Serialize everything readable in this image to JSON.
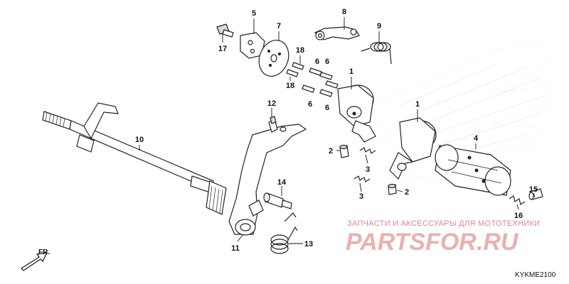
{
  "callouts": [
    {
      "id": "1",
      "label": "1"
    },
    {
      "id": "1b",
      "label": "1"
    },
    {
      "id": "2",
      "label": "2"
    },
    {
      "id": "2b",
      "label": "2"
    },
    {
      "id": "3",
      "label": "3"
    },
    {
      "id": "3b",
      "label": "3"
    },
    {
      "id": "4",
      "label": "4"
    },
    {
      "id": "5",
      "label": "5"
    },
    {
      "id": "6a",
      "label": "6"
    },
    {
      "id": "6b",
      "label": "6"
    },
    {
      "id": "6c",
      "label": "6"
    },
    {
      "id": "6d",
      "label": "6"
    },
    {
      "id": "7",
      "label": "7"
    },
    {
      "id": "8",
      "label": "8"
    },
    {
      "id": "9",
      "label": "9"
    },
    {
      "id": "10",
      "label": "10"
    },
    {
      "id": "11",
      "label": "11"
    },
    {
      "id": "12",
      "label": "12"
    },
    {
      "id": "13",
      "label": "13"
    },
    {
      "id": "14",
      "label": "14"
    },
    {
      "id": "15",
      "label": "15"
    },
    {
      "id": "16",
      "label": "16"
    },
    {
      "id": "17",
      "label": "17"
    },
    {
      "id": "18a",
      "label": "18"
    },
    {
      "id": "18b",
      "label": "18"
    }
  ],
  "watermark": {
    "tagline": "ЗАПЧАСТИ И АКСЕССУАРЫ ДЛЯ МОТОТЕХНИКИ",
    "logo": "PARTSFOR",
    "logo_suffix": ".RU"
  },
  "diagram_code": "KYKME2100",
  "direction_label": "FR.",
  "colors": {
    "line": "#222222",
    "watermark": "#e8b2ae",
    "watermark_text": "#d88a86"
  }
}
